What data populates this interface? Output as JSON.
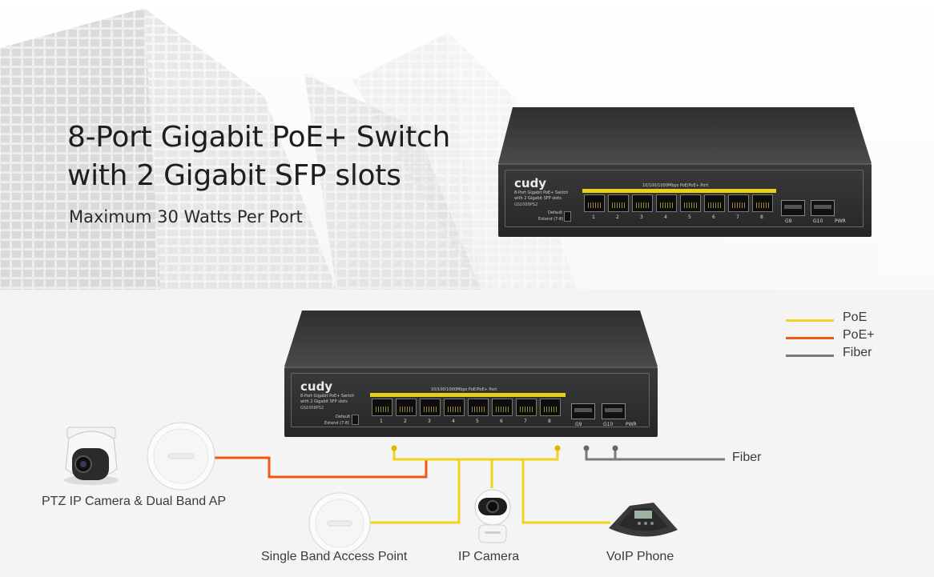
{
  "hero": {
    "title_line1": "8-Port Gigabit PoE+ Switch",
    "title_line2": "with 2 Gigabit SFP slots",
    "subtitle": "Maximum 30 Watts Per Port"
  },
  "switch": {
    "brand": "cudy",
    "model_line1": "8-Port Gigabit PoE+ Switch",
    "model_line2": "with 2 Gigabit SFP slots",
    "model_code": "GS1008PS2",
    "port_header": "10/100/1000Mbps PoE/PoE+ Port",
    "default_label": "Default",
    "extend_label": "Extend (7-8)",
    "ports": [
      "1",
      "2",
      "3",
      "4",
      "5",
      "6",
      "7",
      "8"
    ],
    "sfp": [
      "G9",
      "G10"
    ],
    "pwr": "PWR"
  },
  "legend": [
    {
      "label": "PoE",
      "color": "#f2d21c"
    },
    {
      "label": "PoE+",
      "color": "#f05a14"
    },
    {
      "label": "Fiber",
      "color": "#7a7a7a"
    }
  ],
  "devices": {
    "ptz_ap": "PTZ IP Camera & Dual Band AP",
    "single_ap": "Single Band Access Point",
    "ip_camera": "IP Camera",
    "voip": "VoIP Phone",
    "fiber": "Fiber"
  },
  "colors": {
    "poe": "#f2d21c",
    "poe_plus": "#f05a14",
    "fiber": "#7a7a7a"
  }
}
